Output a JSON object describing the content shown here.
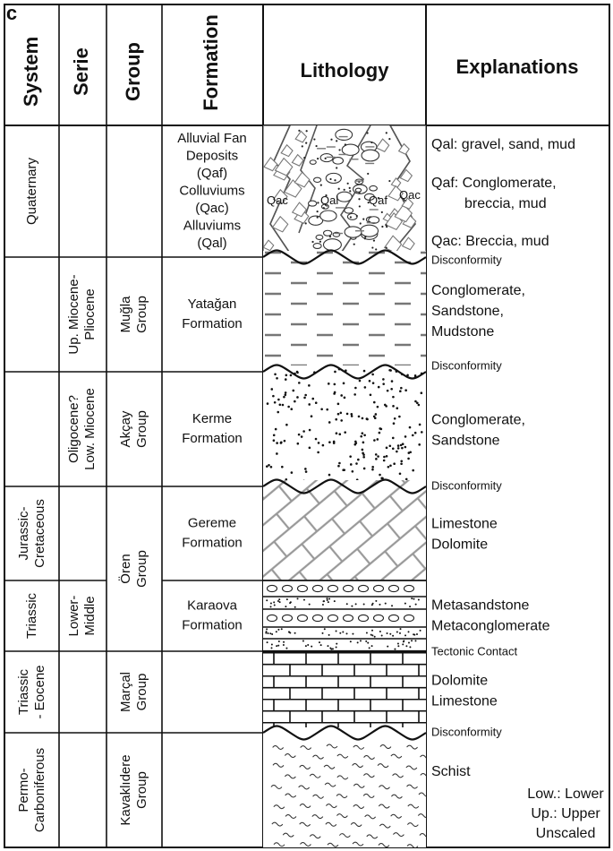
{
  "panel_label": "c",
  "headers": {
    "system": "System",
    "serie": "Serie",
    "group": "Group",
    "formation": "Formation",
    "lithology": "Lithology",
    "explanations": "Explanations"
  },
  "rows": [
    {
      "system": [
        "Quaternary"
      ],
      "serie": [],
      "group": [],
      "formation": [
        "Alluvial Fan",
        "Deposits",
        "(Qaf)",
        "Colluviums",
        "(Qac)",
        "Alluviums",
        "(Qal)"
      ],
      "lithology_labels": [
        "Qac",
        "Qal",
        "Qaf",
        "Qac"
      ],
      "explanations": [
        "Qal: gravel, sand, mud",
        "Qaf: Conglomerate,",
        "breccia, mud",
        "Qac: Breccia, mud"
      ],
      "contact": "Disconformity"
    },
    {
      "system": [],
      "serie": [
        "Up. Miocene-",
        "Pliocene"
      ],
      "group": [
        "Muğla",
        "Group"
      ],
      "formation": [
        "Yatağan",
        "Formation"
      ],
      "explanations": [
        "Conglomerate,",
        "Sandstone,",
        "Mudstone"
      ],
      "contact": "Disconformity"
    },
    {
      "system": [],
      "serie": [
        "Oligocene?",
        "Low. Miocene"
      ],
      "group": [
        "Akçay",
        "Group"
      ],
      "formation": [
        "Kerme",
        "Formation"
      ],
      "explanations": [
        "Conglomerate,",
        "Sandstone"
      ],
      "contact": "Disconformity"
    },
    {
      "system": [
        "Jurassic-",
        "Cretaceous"
      ],
      "serie": [],
      "group": [
        "Ören",
        "Group"
      ],
      "formation": [
        "Gereme",
        "Formation"
      ],
      "explanations": [
        "Limestone",
        "Dolomite"
      ],
      "contact": ""
    },
    {
      "system": [
        "Triassic"
      ],
      "serie": [
        "Lower-",
        "Middle"
      ],
      "group": [],
      "formation": [
        "Karaova",
        "Formation"
      ],
      "explanations": [
        "Metasandstone",
        "Metaconglomerate"
      ],
      "contact": "Tectonic Contact"
    },
    {
      "system": [
        "Triassic",
        "- Eocene"
      ],
      "serie": [],
      "group": [
        "Marçal",
        "Group"
      ],
      "formation": [],
      "explanations": [
        "Dolomite",
        "Limestone"
      ],
      "contact": "Disconformity"
    },
    {
      "system": [
        "Permo-",
        "Carboniferous"
      ],
      "serie": [],
      "group": [
        "Kavaklıdere",
        "Group"
      ],
      "formation": [],
      "explanations": [
        "Schist"
      ],
      "contact": ""
    }
  ],
  "legend": [
    "Low.: Lower",
    "Up.: Upper",
    "Unscaled"
  ]
}
